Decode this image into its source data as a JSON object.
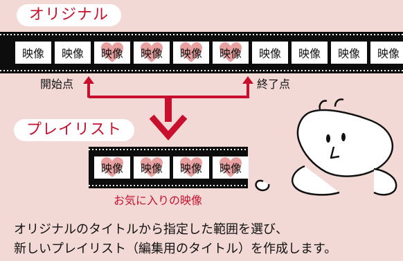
{
  "original_label": "オリジナル",
  "playlist_label": "プレイリスト",
  "original_frames": [
    {
      "text": "映像",
      "fav": false
    },
    {
      "text": "映像",
      "fav": false
    },
    {
      "text": "映像",
      "fav": true
    },
    {
      "text": "映像",
      "fav": true
    },
    {
      "text": "映像",
      "fav": true
    },
    {
      "text": "映像",
      "fav": true
    },
    {
      "text": "映像",
      "fav": false
    },
    {
      "text": "映像",
      "fav": false
    },
    {
      "text": "映像",
      "fav": false
    },
    {
      "text": "映像",
      "fav": false
    }
  ],
  "playlist_frames": [
    {
      "text": "映像",
      "fav": true
    },
    {
      "text": "映像",
      "fav": true
    },
    {
      "text": "映像",
      "fav": true
    },
    {
      "text": "映像",
      "fav": true
    }
  ],
  "start_label": "開始点",
  "end_label": "終了点",
  "favorite_caption": "お気に入りの映像",
  "description": {
    "line1": "オリジナルのタイトルから指定した範囲を選び、",
    "line2": "新しいプレイリスト（編集用のタイトル）を作成します。"
  },
  "colors": {
    "accent": "#c8102e",
    "heart": "#e8a0a0",
    "background": "#f2d9d5"
  }
}
